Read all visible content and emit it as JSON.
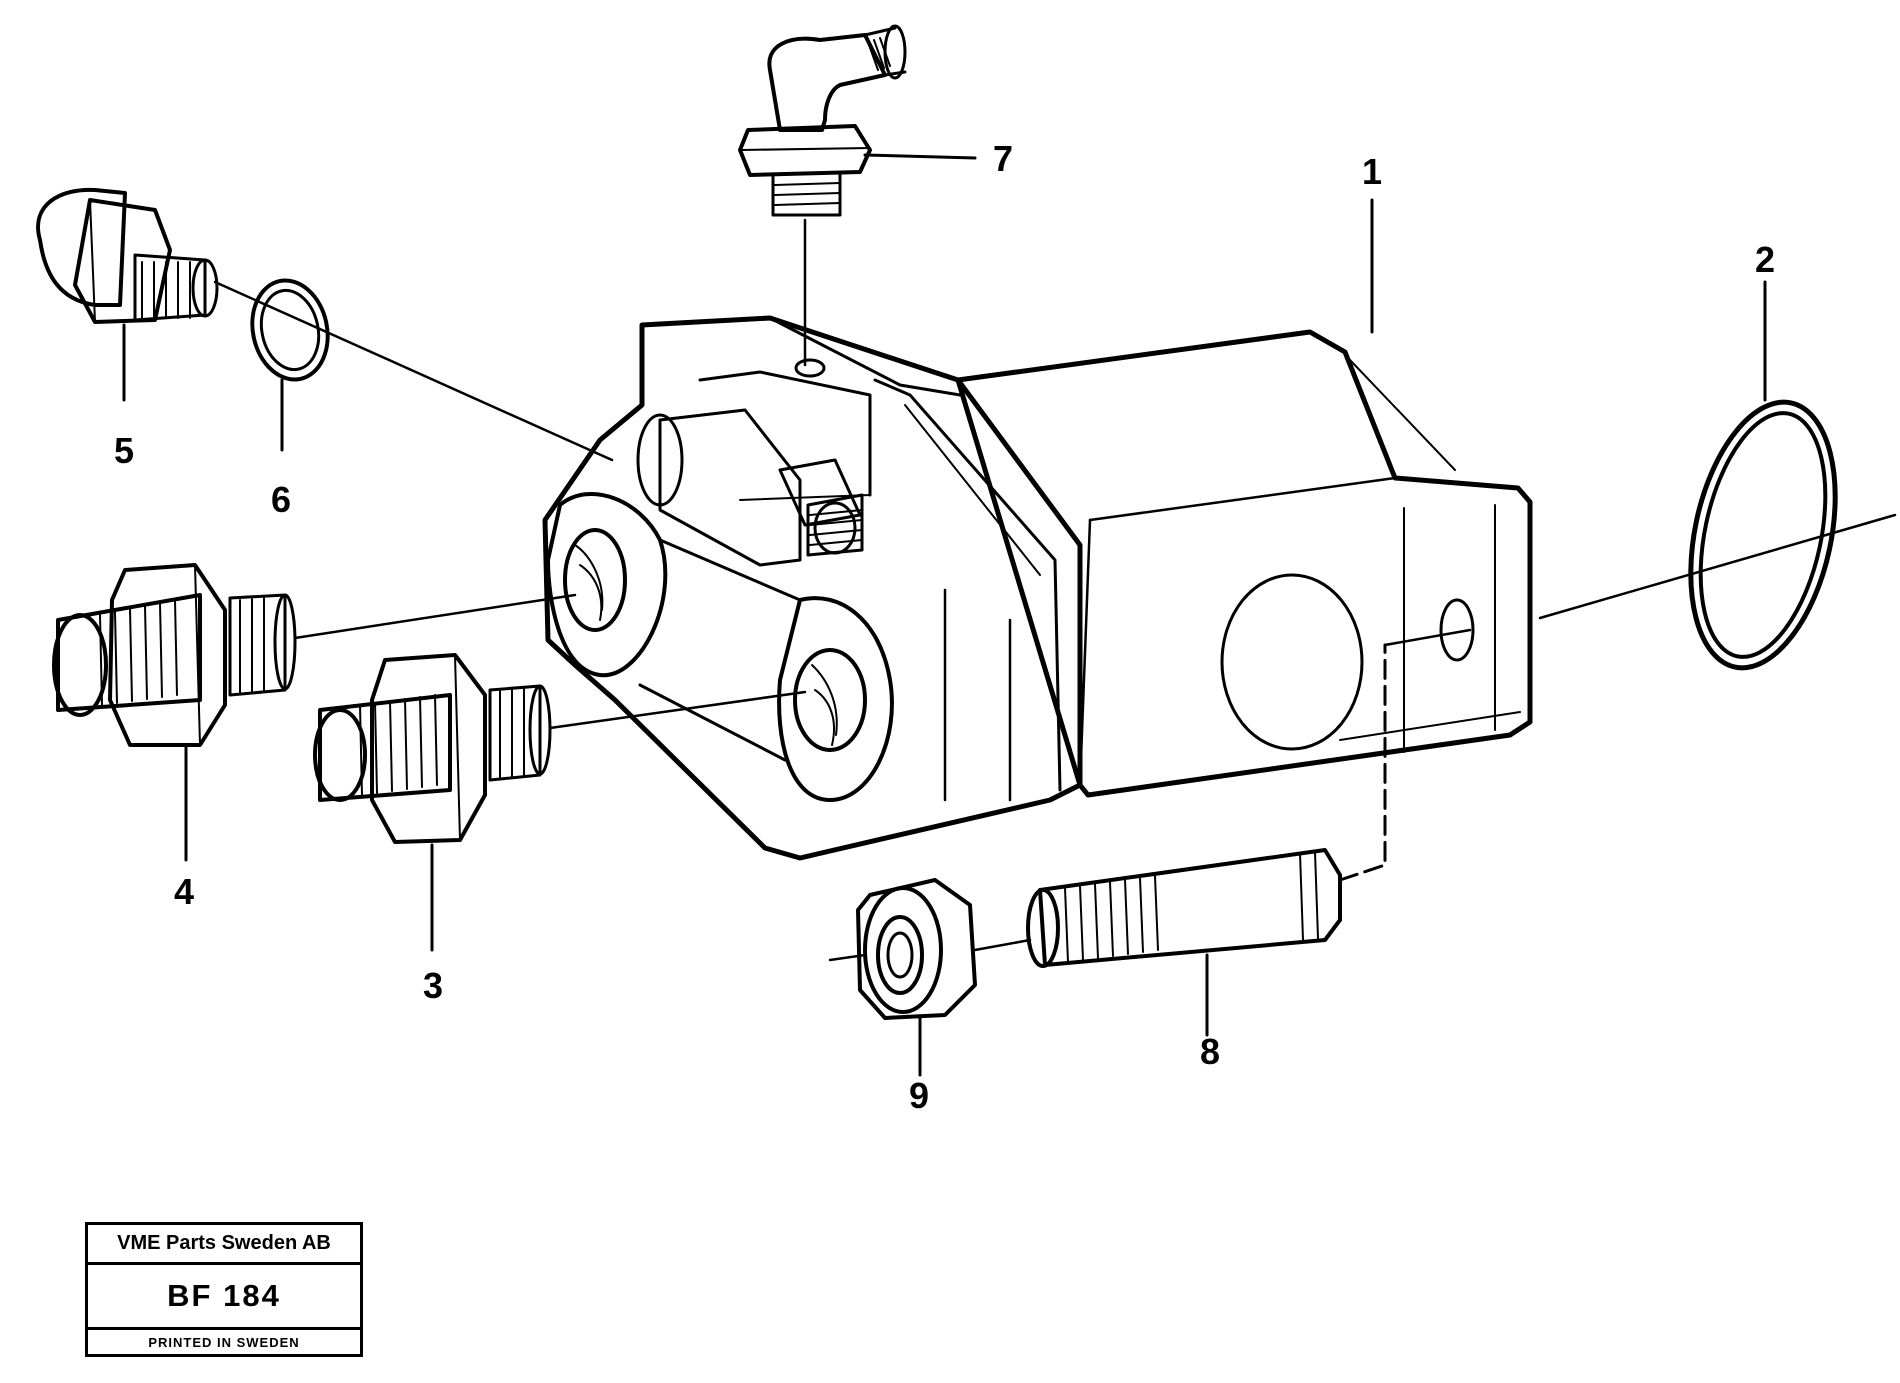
{
  "callouts": [
    {
      "id": "1",
      "text": "1"
    },
    {
      "id": "2",
      "text": "2"
    },
    {
      "id": "3",
      "text": "3"
    },
    {
      "id": "4",
      "text": "4"
    },
    {
      "id": "5",
      "text": "5"
    },
    {
      "id": "6",
      "text": "6"
    },
    {
      "id": "7",
      "text": "7"
    },
    {
      "id": "8",
      "text": "8"
    },
    {
      "id": "9",
      "text": "9"
    }
  ],
  "title_block": {
    "company": "VME Parts Sweden AB",
    "code": "BF 184",
    "printed": "PRINTED IN SWEDEN"
  }
}
